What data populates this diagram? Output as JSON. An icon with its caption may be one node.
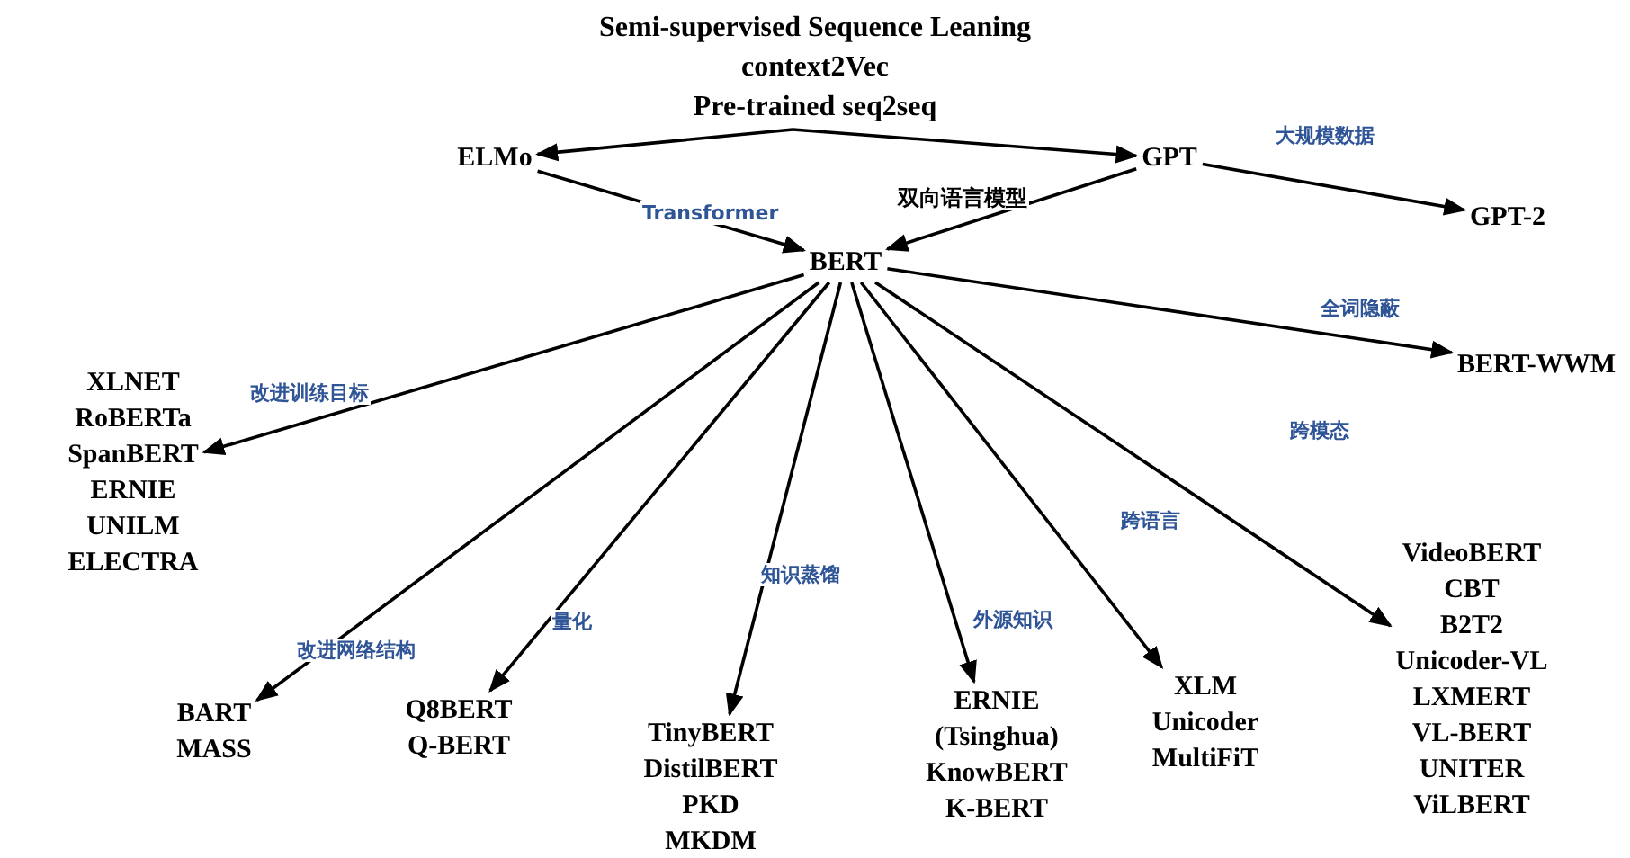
{
  "diagram": {
    "nodes": [
      {
        "text": [
          "Semi-supervised Sequence Leaning",
          "context2Vec",
          "Pre-trained seq2seq"
        ]
      },
      {
        "text": [
          "ELMo"
        ]
      },
      {
        "text": [
          "GPT"
        ]
      },
      {
        "text": [
          "GPT-2"
        ]
      },
      {
        "text": [
          "BERT"
        ]
      },
      {
        "text": [
          "BERT-WWM"
        ]
      },
      {
        "text": [
          "XLNET",
          "RoBERTa",
          "SpanBERT",
          "ERNIE",
          "UNILM",
          "ELECTRA"
        ]
      },
      {
        "text": [
          "BART",
          "MASS"
        ]
      },
      {
        "text": [
          "Q8BERT",
          "Q-BERT"
        ]
      },
      {
        "text": [
          "TinyBERT",
          "DistilBERT",
          "PKD",
          "MKDM"
        ]
      },
      {
        "text": [
          "ERNIE (Tsinghua)",
          "KnowBERT",
          "K-BERT"
        ]
      },
      {
        "text": [
          "XLM",
          "Unicoder",
          "MultiFiT"
        ]
      },
      {
        "text": [
          "VideoBERT",
          "CBT",
          "B2T2",
          "Unicoder-VL",
          "LXMERT",
          "VL-BERT",
          "UNITER",
          "ViLBERT"
        ]
      }
    ],
    "edges": [
      {
        "from": 0,
        "to": 1,
        "arrow": "to"
      },
      {
        "from": 0,
        "to": 2,
        "arrow": "to"
      },
      {
        "from": 1,
        "to": 4,
        "arrow": "to",
        "label": "Transformer"
      },
      {
        "from": 2,
        "to": 4,
        "arrow": "to",
        "label": "双向语言模型"
      },
      {
        "from": 2,
        "to": 3,
        "arrow": "to",
        "label": "大规模数据"
      },
      {
        "from": 4,
        "to": 5,
        "arrow": "to",
        "label": "全词隐蔽"
      },
      {
        "from": 4,
        "to": 6,
        "arrow": "to",
        "label": "改进训练目标"
      },
      {
        "from": 4,
        "to": 7,
        "arrow": "to",
        "label": "改进网络结构"
      },
      {
        "from": 4,
        "to": 8,
        "arrow": "to",
        "label": "量化"
      },
      {
        "from": 4,
        "to": 9,
        "arrow": "to",
        "label": "知识蒸馏"
      },
      {
        "from": 4,
        "to": 10,
        "arrow": "to",
        "label": "外源知识"
      },
      {
        "from": 4,
        "to": 11,
        "arrow": "to",
        "label": "跨语言"
      },
      {
        "from": 4,
        "to": 12,
        "arrow": "to",
        "label": "跨模态"
      }
    ]
  }
}
